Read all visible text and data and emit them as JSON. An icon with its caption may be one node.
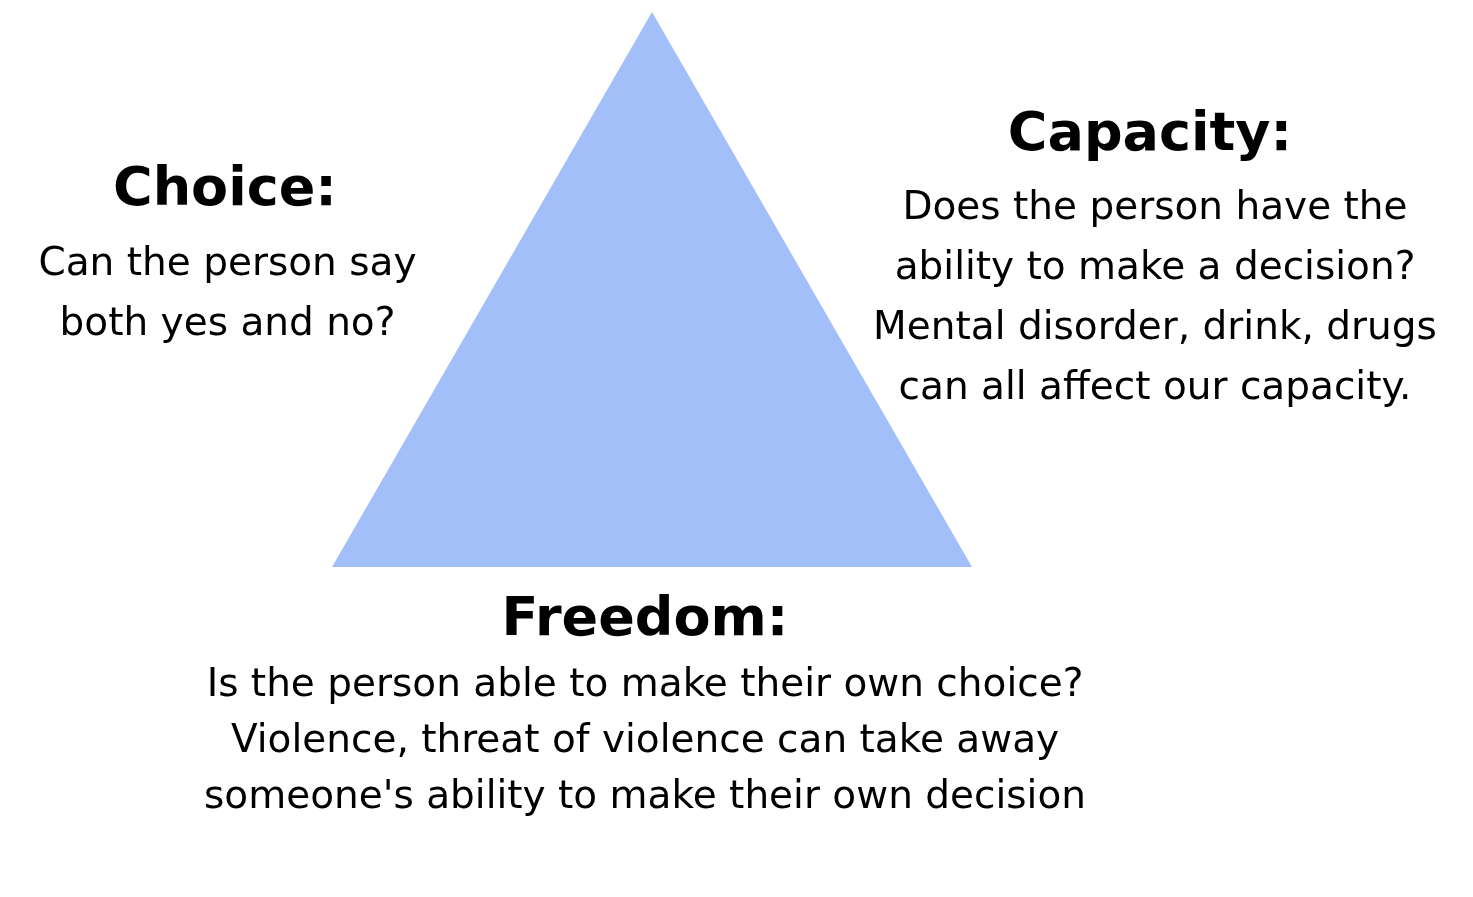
{
  "diagram": {
    "nodes": [
      {
        "text": [],
        "shape": "triangle"
      }
    ],
    "labels": [
      "Choice:",
      "Can the person say both yes and no?",
      "Capacity:",
      "Does the person have the ability to make a decision? Mental disorder, drink, drugs can all affect our capacity.",
      "Freedom:",
      "Is the person able to make their own choice? Violence, threat of violence can take away someone's ability to make their own decision"
    ]
  }
}
